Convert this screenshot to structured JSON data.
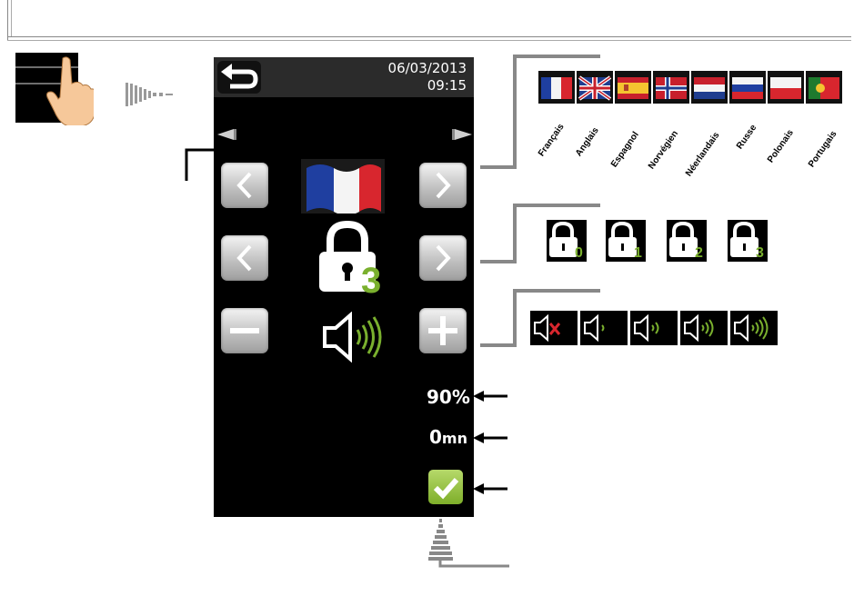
{
  "screen": {
    "date": "06/03/2013",
    "time": "09:15",
    "level_value": "90%",
    "time_value_number": "0",
    "time_value_unit": "mn",
    "lock_level": "3"
  },
  "languages": [
    "Français",
    "Anglais",
    "Espagnol",
    "Norvégien",
    "Néerlandais",
    "Russe",
    "Polonais",
    "Portugais"
  ],
  "lock_levels": [
    "0",
    "1",
    "2",
    "3"
  ],
  "volume_levels": 5,
  "colors": {
    "accent_green": "#7ab02e",
    "screen_bg": "#000000"
  }
}
